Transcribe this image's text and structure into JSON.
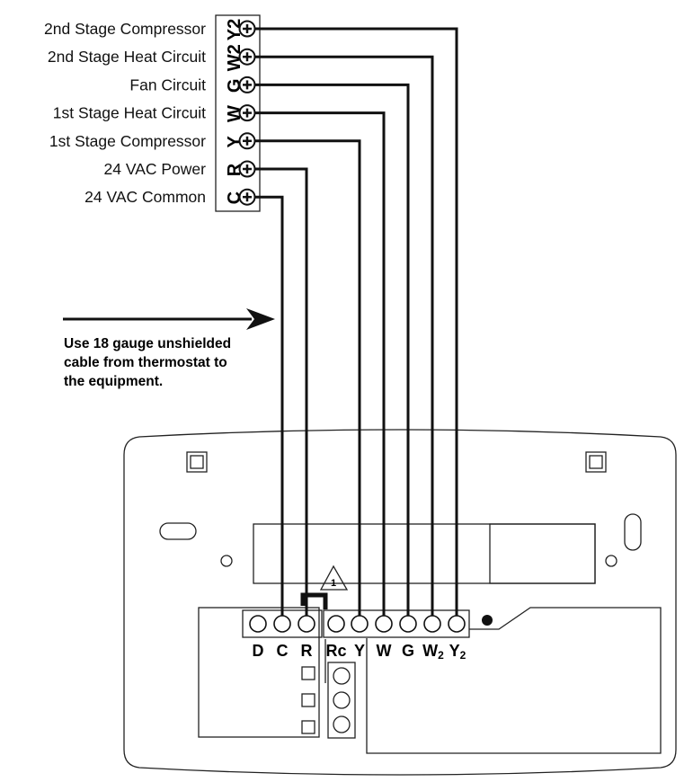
{
  "equipment_terminals": [
    {
      "label": "2nd Stage Compressor",
      "code": "Y2",
      "wire_to": "Y2"
    },
    {
      "label": "2nd Stage Heat Circuit",
      "code": "W2",
      "wire_to": "W2"
    },
    {
      "label": "Fan Circuit",
      "code": "G",
      "wire_to": "G"
    },
    {
      "label": "1st Stage Heat Circuit",
      "code": "W",
      "wire_to": "W"
    },
    {
      "label": "1st Stage Compressor",
      "code": "Y",
      "wire_to": "Y"
    },
    {
      "label": "24 VAC Power",
      "code": "R",
      "wire_to": "R"
    },
    {
      "label": "24 VAC Common",
      "code": "C",
      "wire_to": "C"
    }
  ],
  "note_lines": [
    "Use 18 gauge unshielded",
    "cable from thermostat to",
    "the equipment."
  ],
  "warning_number": "1",
  "thermostat_terminals": [
    {
      "main": "D",
      "sub": ""
    },
    {
      "main": "C",
      "sub": ""
    },
    {
      "main": "R",
      "sub": ""
    },
    {
      "main": "Rc",
      "sub": ""
    },
    {
      "main": "Y",
      "sub": ""
    },
    {
      "main": "W",
      "sub": ""
    },
    {
      "main": "G",
      "sub": ""
    },
    {
      "main": "W",
      "sub": "2"
    },
    {
      "main": "Y",
      "sub": "2"
    }
  ]
}
